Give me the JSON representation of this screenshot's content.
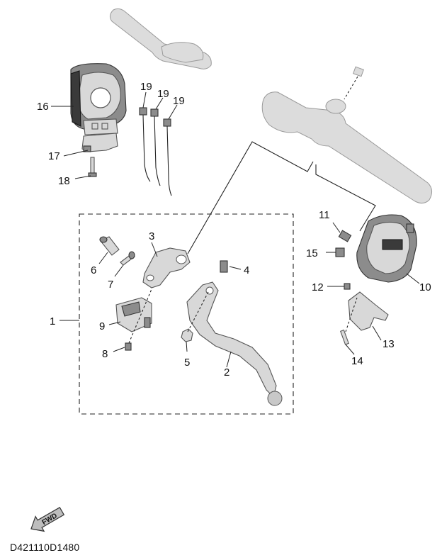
{
  "diagram": {
    "labels": {
      "l1": "1",
      "l2": "2",
      "l3": "3",
      "l4": "4",
      "l5": "5",
      "l6": "6",
      "l7": "7",
      "l8": "8",
      "l9": "9",
      "l10": "10",
      "l11": "11",
      "l12": "12",
      "l13": "13",
      "l14": "14",
      "l15": "15",
      "l16": "16",
      "l17": "17",
      "l18": "18",
      "l19a": "19",
      "l19b": "19",
      "l19c": "19"
    },
    "fwd_label": "FWD",
    "drawing_code": "D421110D1480"
  }
}
